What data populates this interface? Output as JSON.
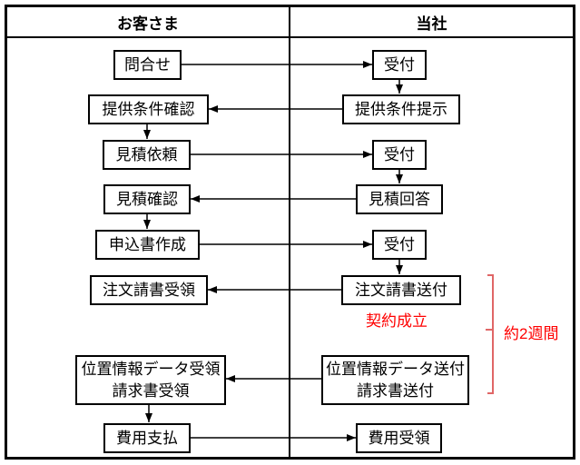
{
  "diagram": {
    "title_row": {
      "customer": "お客さま",
      "company": "当社"
    },
    "customer_steps": [
      {
        "label": "問合せ"
      },
      {
        "label": "提供条件確認"
      },
      {
        "label": "見積依頼"
      },
      {
        "label": "見積確認"
      },
      {
        "label": "申込書作成"
      },
      {
        "label": "注文請書受領"
      },
      {
        "lines": [
          "位置情報データ受領",
          "請求書受領"
        ]
      },
      {
        "label": "費用支払"
      }
    ],
    "company_steps": [
      {
        "label": "受付"
      },
      {
        "label": "提供条件提示"
      },
      {
        "label": "受付"
      },
      {
        "label": "見積回答"
      },
      {
        "label": "受付"
      },
      {
        "label": "注文請書送付"
      },
      {
        "lines": [
          "位置情報データ送付",
          "請求書送付"
        ]
      },
      {
        "label": "費用受領"
      }
    ],
    "annotations": {
      "contract_established": "契約成立",
      "duration": "約2週間"
    },
    "colors": {
      "line_black": "#000000",
      "red_text": "#FF0000",
      "bracket_red": "#E06666",
      "background": "#FFFFFF"
    }
  }
}
